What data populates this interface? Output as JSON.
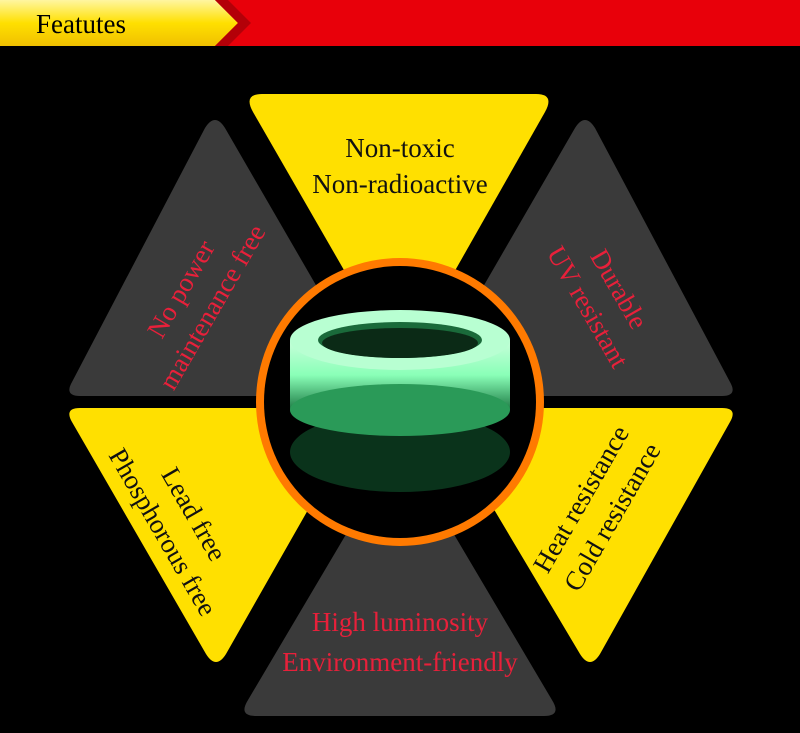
{
  "banner": {
    "title": "Featutes"
  },
  "colors": {
    "yellow": "#ffe000",
    "dark_gray": "#3a3a3a",
    "red_text": "#e8203a",
    "banner_red": "#e8000a",
    "glow_green": "#7dffb3",
    "ring_orange": "#ff7a00"
  },
  "segments": {
    "top": {
      "lines": [
        "Non-toxic",
        "Non-radioactive"
      ]
    },
    "upper_right": {
      "lines": [
        "Durable",
        "UV resistant"
      ]
    },
    "lower_right": {
      "lines": [
        "Heat resistance",
        "Cold resistance"
      ]
    },
    "bottom": {
      "lines": [
        "High luminosity",
        "Environment-friendly"
      ]
    },
    "lower_left": {
      "lines": [
        "Lead free",
        "Phosphorous free"
      ]
    },
    "upper_left": {
      "lines": [
        "No power",
        "maintenance free"
      ]
    }
  },
  "center_image": {
    "icon": "glow-tape-roll-icon"
  }
}
